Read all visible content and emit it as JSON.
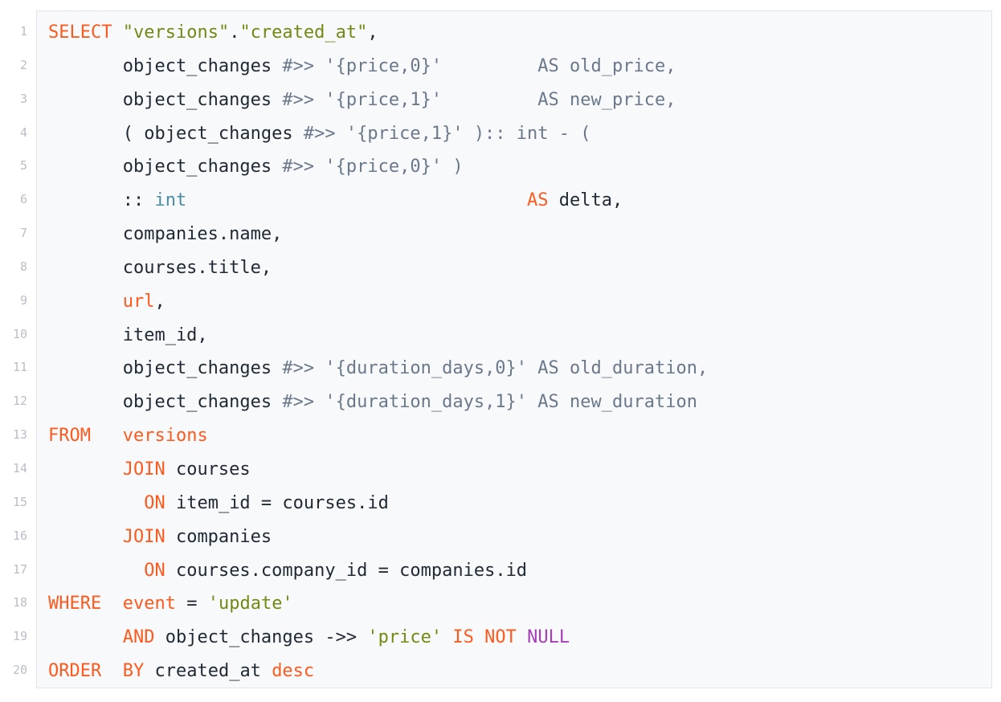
{
  "colors": {
    "keyword": "#fc5a1f",
    "string": "#6f8b13",
    "operator": "#6b7889",
    "plain": "#1f2933",
    "type": "#4a8da0",
    "null": "#a33fb5",
    "background": "#f8f9fb"
  },
  "lines": [
    [
      [
        "kw",
        "SELECT"
      ],
      [
        "pl",
        " "
      ],
      [
        "str",
        "\"versions\""
      ],
      [
        "pl",
        "."
      ],
      [
        "str",
        "\"created_at\""
      ],
      [
        "pl",
        ","
      ]
    ],
    [
      [
        "pl",
        "       object_changes "
      ],
      [
        "op",
        "#>> '{price,0}'         AS old_price,"
      ]
    ],
    [
      [
        "pl",
        "       object_changes "
      ],
      [
        "op",
        "#>> '{price,1}'         AS new_price,"
      ]
    ],
    [
      [
        "pl",
        "       ( object_changes "
      ],
      [
        "op",
        "#>> '{price,1}' ):: int - ("
      ]
    ],
    [
      [
        "pl",
        "       object_changes "
      ],
      [
        "op",
        "#>> '{price,0}' )"
      ]
    ],
    [
      [
        "pl",
        "       :: "
      ],
      [
        "ty",
        "int"
      ],
      [
        "pl",
        "                                "
      ],
      [
        "kw",
        "AS"
      ],
      [
        "pl",
        " delta,"
      ]
    ],
    [
      [
        "pl",
        "       companies.name,"
      ]
    ],
    [
      [
        "pl",
        "       courses.title,"
      ]
    ],
    [
      [
        "pl",
        "       "
      ],
      [
        "kw",
        "url"
      ],
      [
        "pl",
        ","
      ]
    ],
    [
      [
        "pl",
        "       item_id,"
      ]
    ],
    [
      [
        "pl",
        "       object_changes "
      ],
      [
        "op",
        "#>> '{duration_days,0}' AS old_duration,"
      ]
    ],
    [
      [
        "pl",
        "       object_changes "
      ],
      [
        "op",
        "#>> '{duration_days,1}' AS new_duration"
      ]
    ],
    [
      [
        "kw",
        "FROM"
      ],
      [
        "pl",
        "   "
      ],
      [
        "kw",
        "versions"
      ]
    ],
    [
      [
        "pl",
        "       "
      ],
      [
        "kw",
        "JOIN"
      ],
      [
        "pl",
        " courses"
      ]
    ],
    [
      [
        "pl",
        "         "
      ],
      [
        "kw",
        "ON"
      ],
      [
        "pl",
        " item_id = courses.id"
      ]
    ],
    [
      [
        "pl",
        "       "
      ],
      [
        "kw",
        "JOIN"
      ],
      [
        "pl",
        " companies"
      ]
    ],
    [
      [
        "pl",
        "         "
      ],
      [
        "kw",
        "ON"
      ],
      [
        "pl",
        " courses.company_id = companies.id"
      ]
    ],
    [
      [
        "kw",
        "WHERE"
      ],
      [
        "pl",
        "  "
      ],
      [
        "kw",
        "event"
      ],
      [
        "pl",
        " = "
      ],
      [
        "str",
        "'update'"
      ]
    ],
    [
      [
        "pl",
        "       "
      ],
      [
        "kw",
        "AND"
      ],
      [
        "pl",
        " object_changes ->> "
      ],
      [
        "str",
        "'price'"
      ],
      [
        "pl",
        " "
      ],
      [
        "kw",
        "IS NOT"
      ],
      [
        "pl",
        " "
      ],
      [
        "nu",
        "NULL"
      ]
    ],
    [
      [
        "kw",
        "ORDER"
      ],
      [
        "pl",
        "  "
      ],
      [
        "kw",
        "BY"
      ],
      [
        "pl",
        " created_at "
      ],
      [
        "kw",
        "desc"
      ]
    ]
  ]
}
